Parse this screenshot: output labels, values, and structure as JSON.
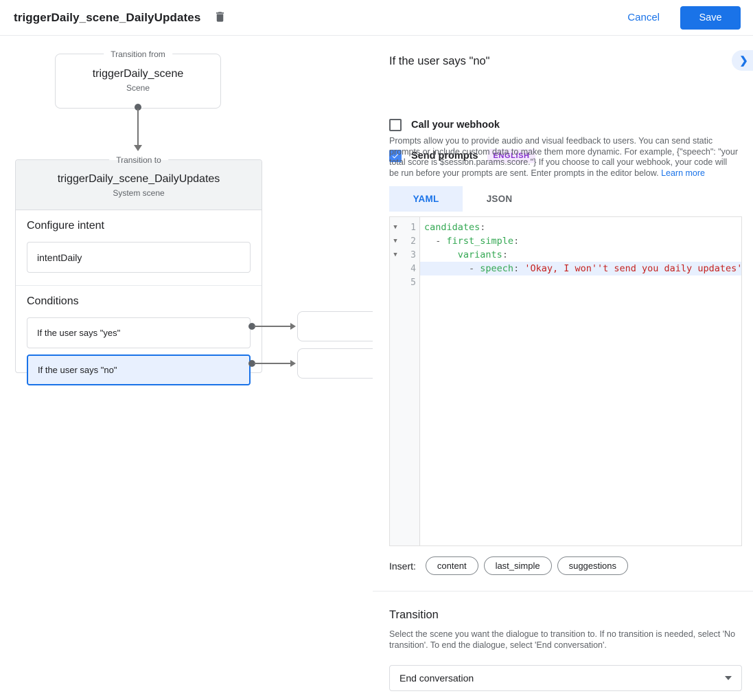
{
  "app_bar": {
    "title": "triggerDaily_scene_DailyUpdates",
    "cancel_label": "Cancel",
    "save_label": "Save"
  },
  "canvas": {
    "transition_from": {
      "legend": "Transition from",
      "title": "triggerDaily_scene",
      "subtitle": "Scene"
    },
    "transition_to": {
      "legend": "Transition to",
      "title": "triggerDaily_scene_DailyUpdates",
      "subtitle": "System scene",
      "configure_intent_label": "Configure intent",
      "intent_value": "intentDaily",
      "conditions_label": "Conditions",
      "conditions": [
        {
          "label": "If the user says \"yes\"",
          "selected": false
        },
        {
          "label": "If the user says \"no\"",
          "selected": true
        }
      ]
    }
  },
  "panel": {
    "title": "If the user says \"no\"",
    "webhook_label": "Call your webhook",
    "send_prompts_label": "Send prompts",
    "language_badge": "ENGLISH",
    "description": "Prompts allow you to provide audio and visual feedback to users. You can send static prompts or include custom data to make them more dynamic. For example, {\"speech\": \"your total score is $session.params.score.\"} If you choose to call your webhook, your code will be run before your prompts are sent. Enter prompts in the editor below.",
    "learn_more_label": "Learn more",
    "tabs": [
      {
        "label": "YAML",
        "active": true
      },
      {
        "label": "JSON",
        "active": false
      }
    ],
    "code_editor": {
      "active_line": 4,
      "lines": [
        {
          "n": 1,
          "fold": true,
          "tokens": [
            [
              "key",
              "candidates"
            ],
            [
              "punc",
              ":"
            ]
          ]
        },
        {
          "n": 2,
          "fold": true,
          "tokens": [
            [
              "plain",
              "  "
            ],
            [
              "punc",
              "- "
            ],
            [
              "key",
              "first_simple"
            ],
            [
              "punc",
              ":"
            ]
          ]
        },
        {
          "n": 3,
          "fold": true,
          "tokens": [
            [
              "plain",
              "      "
            ],
            [
              "key",
              "variants"
            ],
            [
              "punc",
              ":"
            ]
          ]
        },
        {
          "n": 4,
          "fold": false,
          "tokens": [
            [
              "plain",
              "        "
            ],
            [
              "punc",
              "- "
            ],
            [
              "key",
              "speech"
            ],
            [
              "punc",
              ":"
            ],
            [
              "plain",
              " "
            ],
            [
              "str",
              "'Okay, I won''t send you daily updates'"
            ]
          ]
        },
        {
          "n": 5,
          "fold": false,
          "tokens": []
        }
      ]
    },
    "insert_label": "Insert:",
    "insert_chips": [
      "content",
      "last_simple",
      "suggestions"
    ],
    "transition": {
      "heading": "Transition",
      "description": "Select the scene you want the dialogue to transition to. If no transition is needed, select 'No transition'. To end the dialogue, select 'End conversation'.",
      "dropdown_value": "End conversation"
    }
  },
  "colors": {
    "accent_blue": "#1a73e8",
    "selected_bg": "#e8f0fe",
    "badge_purple": "#8430ce",
    "code_key_green": "#34a853",
    "code_string_red": "#c5221f"
  }
}
